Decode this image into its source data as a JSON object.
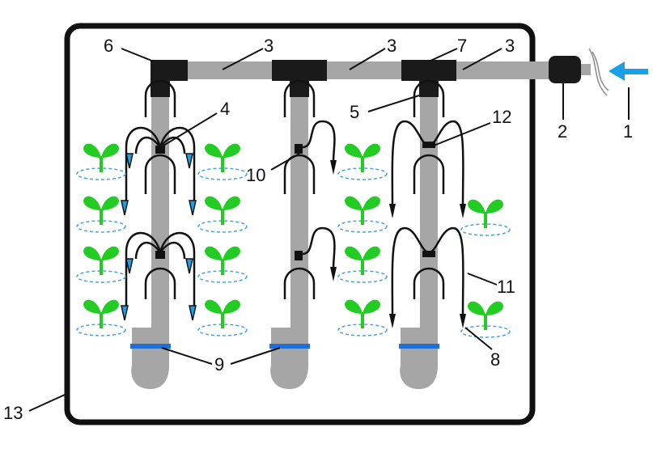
{
  "callouts": [
    "1",
    "2",
    "3",
    "4",
    "5",
    "6",
    "7",
    "8",
    "9",
    "10",
    "11",
    "12",
    "13"
  ],
  "colors": {
    "frame": "#111111",
    "pipe": "#a6a6a6",
    "fitting": "#1a1a1a",
    "plant": "#22cc22",
    "water": "#1aa0e6",
    "clamp": "#1f6fd6",
    "inlet_arrow": "#1aa0e6"
  },
  "icons": [
    "inlet-arrow-icon",
    "plant-icon",
    "emitter-icon",
    "tee-fitting-icon",
    "end-clamp-icon"
  ]
}
